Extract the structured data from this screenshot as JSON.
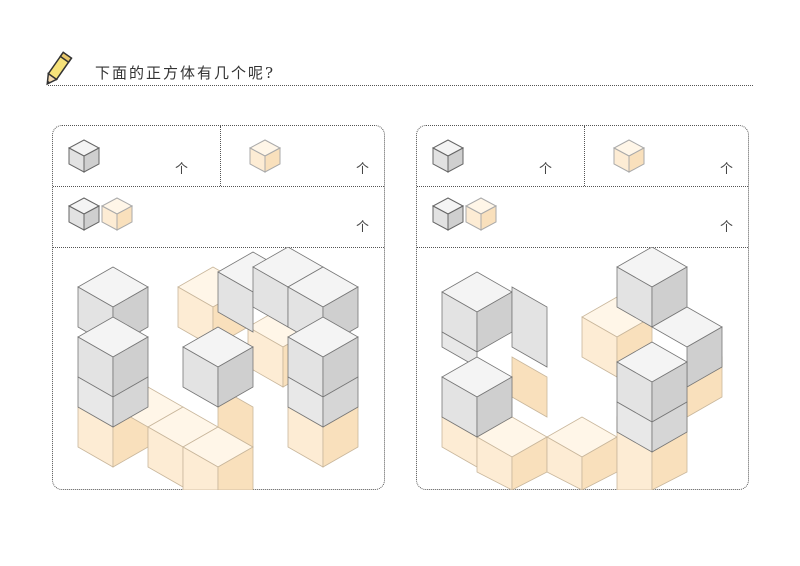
{
  "header": {
    "title": "下面的正方体有几个呢?",
    "icon": "pencil-icon"
  },
  "colors": {
    "gray_cube": "#e6e6e6",
    "yellow_cube": "#fdebd2",
    "border": "#555555"
  },
  "panels": [
    {
      "gray_count_unit": "个",
      "yellow_count_unit": "个",
      "total_count_unit": "个"
    },
    {
      "gray_count_unit": "个",
      "yellow_count_unit": "个",
      "total_count_unit": "个"
    }
  ]
}
